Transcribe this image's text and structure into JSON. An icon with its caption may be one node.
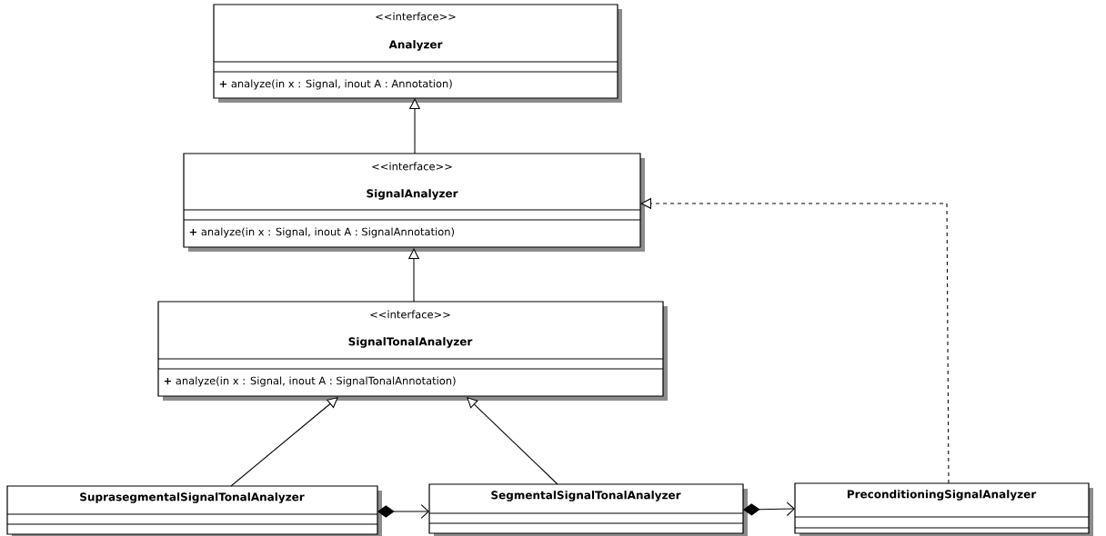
{
  "diagram": {
    "nodes": [
      {
        "text": [
          "<<interface>>",
          "Analyzer",
          "**+** analyze(in x : Signal, inout A : Annotation)"
        ]
      },
      {
        "text": [
          "<<interface>>",
          "SignalAnalyzer",
          "**+** analyze(in x : Signal, inout A : SignalAnnotation)"
        ]
      },
      {
        "text": [
          "<<interface>>",
          "SignalTonalAnalyzer",
          "**+** analyze(in x : Signal, inout A : SignalTonalAnnotation)"
        ]
      },
      {
        "text": [
          "SuprasegmentalSignalTonalAnalyzer"
        ]
      },
      {
        "text": [
          "SegmentalSignalTonalAnalyzer"
        ]
      },
      {
        "text": [
          "PreconditioningSignalAnalyzer"
        ]
      }
    ],
    "edges": [
      {
        "from": 1,
        "to": 0,
        "arrow": "to"
      },
      {
        "from": 2,
        "to": 1,
        "arrow": "to"
      },
      {
        "from": 3,
        "to": 2,
        "arrow": "to"
      },
      {
        "from": 4,
        "to": 2,
        "arrow": "to"
      },
      {
        "from": 5,
        "to": 1,
        "arrow": "to",
        "style": "dashed"
      },
      {
        "from": 3,
        "to": 4,
        "arrow": "to"
      },
      {
        "from": 4,
        "to": 5,
        "arrow": "to"
      }
    ]
  }
}
